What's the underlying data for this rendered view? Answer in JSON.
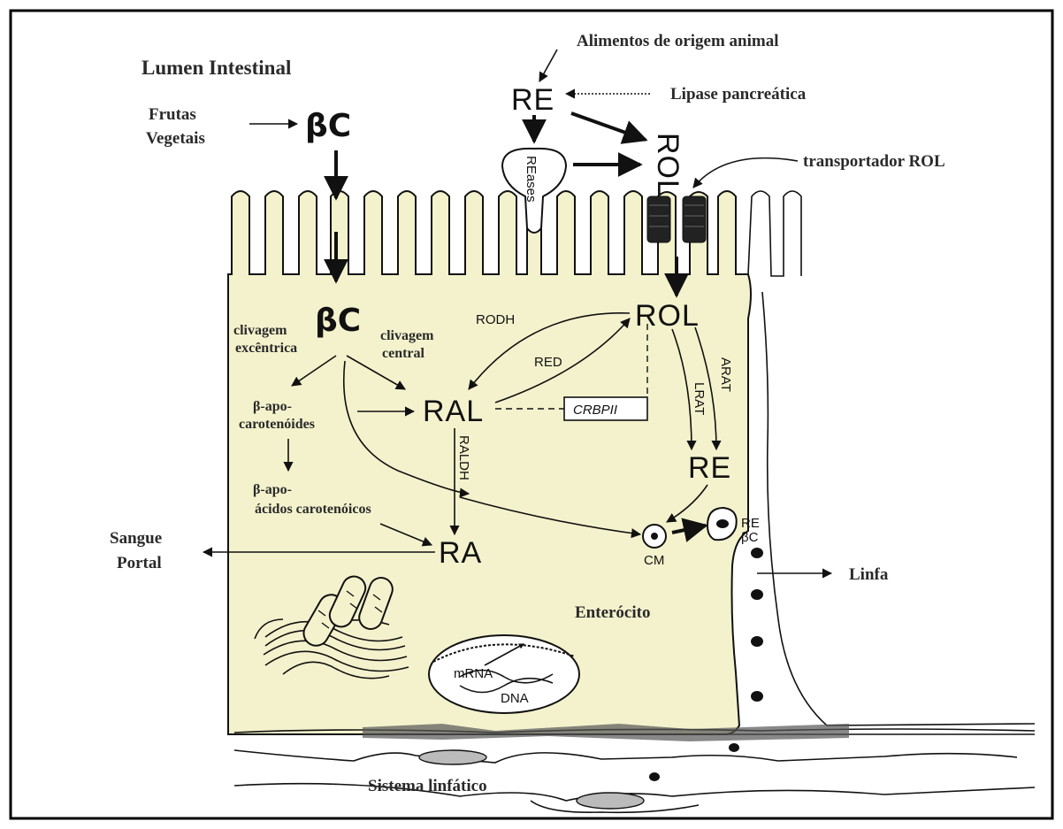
{
  "labels": {
    "lumen": "Lumen Intestinal",
    "frutas": "Frutas",
    "vegetais": "Vegetais",
    "bc_top": "βC",
    "alimentos": "Alimentos de origem animal",
    "re_top": "RE",
    "lipase": "Lipase pancreática",
    "rol_top": "ROL",
    "reases": "REases",
    "transportador": "transportador ROL",
    "bc_cell": "βC",
    "clivagem_exc_1": "clivagem",
    "clivagem_exc_2": "excêntrica",
    "clivagem_cen_1": "clivagem",
    "clivagem_cen_2": "central",
    "apo1_1": "β-apo-",
    "apo1_2": "carotenóides",
    "apo2_1": "β-apo-",
    "apo2_2": "ácidos carotenóicos",
    "ral": "RAL",
    "rol_cell": "ROL",
    "rodh": "RODH",
    "red": "RED",
    "crbpii": "CRBPII",
    "lrat": "LRAT",
    "arat": "ARAT",
    "re_cell": "RE",
    "raldh": "RALDH",
    "ra": "RA",
    "cm": "CM",
    "re_small": "RE",
    "bc_small": "βC",
    "sangue_1": "Sangue",
    "sangue_2": "Portal",
    "linfa": "Linfa",
    "enterocito": "Enterócito",
    "mrna": "mRNA",
    "dna": "DNA",
    "sistema": "Sistema linfático"
  },
  "colors": {
    "cell_fill": "#f4f2cc",
    "outline": "#111111",
    "frame": "#000000"
  }
}
